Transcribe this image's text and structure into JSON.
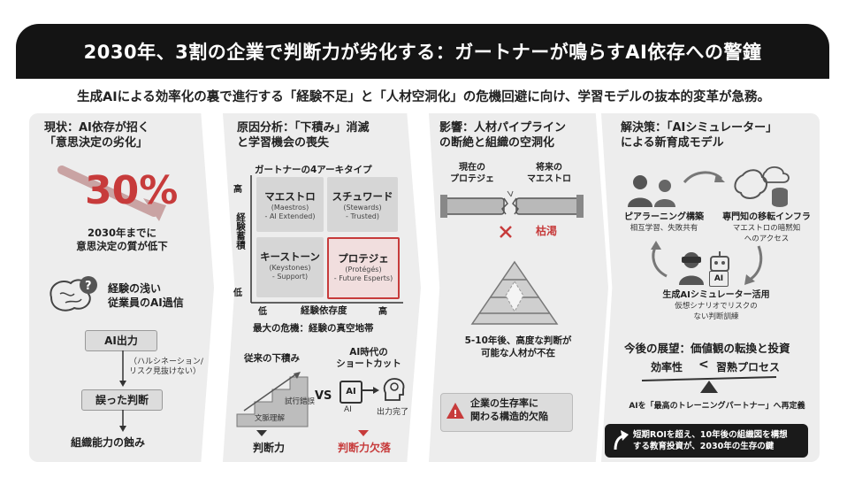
{
  "title": "2030年、3割の企業で判断力が劣化する：ガートナーが鳴らすAI依存への警鐘",
  "subtitle": "生成AIによる効率化の裏で進行する「経験不足」と「人材空洞化」の危機回避に向け、学習モデルの抜本的変革が急務。",
  "col1": {
    "heading_l1": "現状：AI依存が招く",
    "heading_l2": "「意思決定の劣化」",
    "stat": "30%",
    "stat_desc_l1": "2030年までに",
    "stat_desc_l2": "意思決定の質が低下",
    "overuse_l1": "経験の浅い",
    "overuse_l2": "従業員のAI過信",
    "ai_output": "AI出力",
    "hallucination_l1": "（ハルシネーション/",
    "hallucination_l2": "リスク見抜けない）",
    "wrong_judgment": "誤った判断",
    "erosion": "組織能力の蝕み"
  },
  "col2": {
    "heading_l1": "原因分析：「下積み」消滅",
    "heading_l2": "と学習機会の喪失",
    "matrix_title": "ガートナーの4アーキタイプ",
    "y_high": "高",
    "y_low": "低",
    "y_label": "経験蓄積",
    "x_low": "低",
    "x_label": "経験依存度",
    "x_high": "高",
    "quadrants": [
      {
        "name": "マエストロ",
        "en": "(Maestros)",
        "desc": "- AI Extended)"
      },
      {
        "name": "スチュワード",
        "en": "(Stewards)",
        "desc": "- Trusted)"
      },
      {
        "name": "キーストーン",
        "en": "(Keystones)",
        "desc": "- Support)"
      },
      {
        "name": "プロテジェ",
        "en": "(Protégés)",
        "desc": "- Future Esperts)"
      }
    ],
    "crisis": "最大の危機：経験の真空地帯",
    "traditional": "従来の下積み",
    "ai_era_l1": "AI時代の",
    "ai_era_l2": "ショートカット",
    "trial": "試行錯誤",
    "context": "文脈理解",
    "vs": "VS",
    "ai": "AI",
    "output_done": "出力完了",
    "judgment": "判断力",
    "judgment_lost": "判断力欠落"
  },
  "col3": {
    "heading_l1": "影響：人材パイプライン",
    "heading_l2": "の断絶と組織の空洞化",
    "current_l1": "現在の",
    "current_l2": "プロテジェ",
    "future_l1": "将来の",
    "future_l2": "マエストロ",
    "depleted": "枯渇",
    "pyramid_l1": "5-10年後、高度な判断が",
    "pyramid_l2": "可能な人材が不在",
    "warning_l1": "企業の生存率に",
    "warning_l2": "関わる構造的欠陥"
  },
  "col4": {
    "heading_l1": "解決策：「AIシミュレーター」",
    "heading_l2": "による新育成モデル",
    "peer_l1": "ピアラーニング構築",
    "peer_l2": "相互学習、失敗共有",
    "infra_l1": "専門知の移転インフラ",
    "infra_l2": "マエストロの暗黙知",
    "infra_l3": "へのアクセス",
    "sim_l1": "生成AIシミュレーター活用",
    "sim_l2": "仮想シナリオでリスクの",
    "sim_l3": "ない判断訓練",
    "ai_badge": "AI",
    "outlook": "今後の展望：価値観の転換と投資",
    "efficiency": "効率性",
    "lt": "<",
    "mastery": "習熟プロセス",
    "redefine": "AIを「最高のトレーニングパートナー」へ再定義",
    "footer_l1": "短期ROIを超え、10年後の組織図を構想",
    "footer_l2": "する教育投資が、2030年の生存の鍵"
  },
  "colors": {
    "accent_red": "#c73b3b",
    "dark": "#141414",
    "panel": "#ededed"
  }
}
